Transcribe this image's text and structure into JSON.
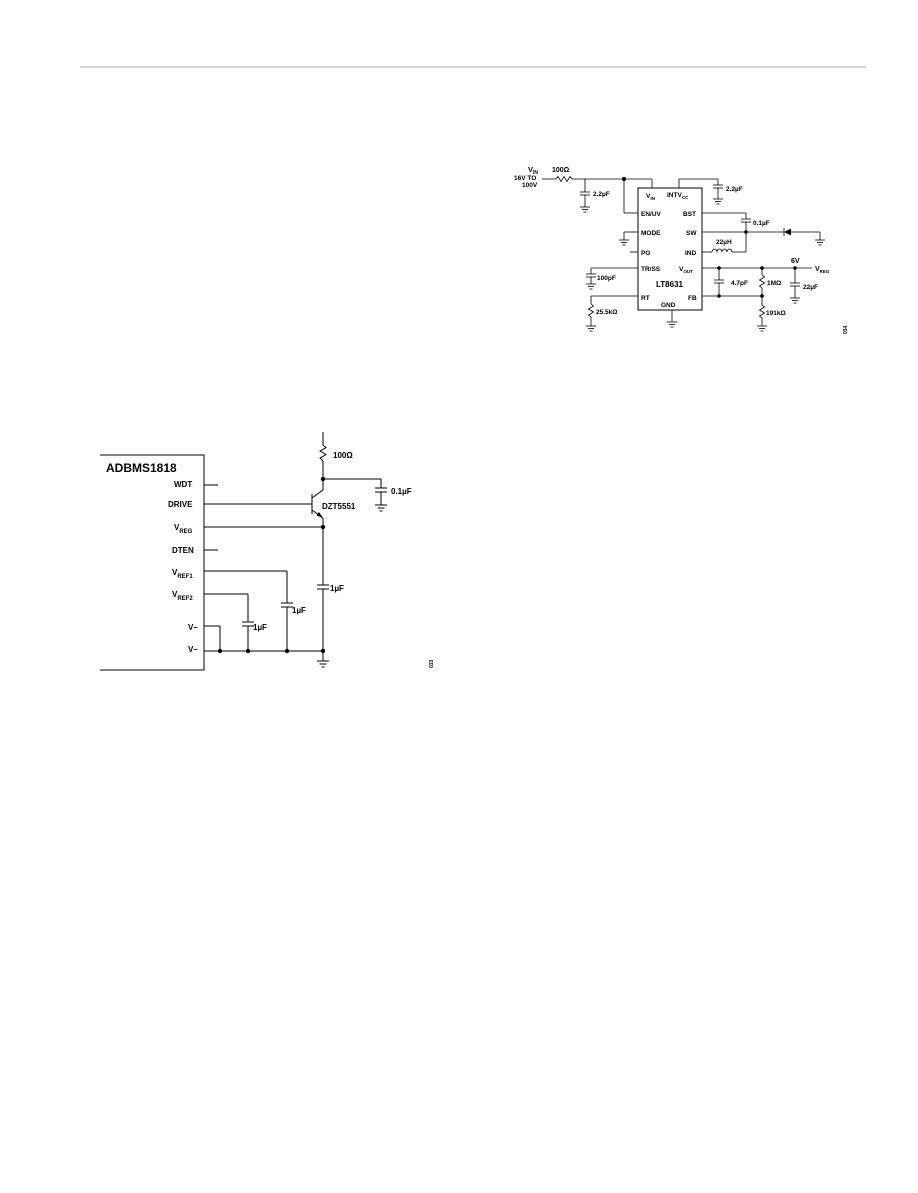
{
  "top_circuit": {
    "vin_main": "V",
    "vin_sub": "IN",
    "vin_range_1": "16V TO",
    "vin_range_2": "100V",
    "r_in": "100Ω",
    "c_in": "2.2µF",
    "c_intvcc": "2.2µF",
    "c_bst": "0.1µF",
    "inductor": "22µH",
    "c_trss": "100pF",
    "r_rt": "25.5kΩ",
    "c_vout": "4.7pF",
    "r_top": "1MΩ",
    "r_bot": "191kΩ",
    "c_out": "22µF",
    "vout_value": "6V",
    "vreg_main": "V",
    "vreg_sub": "REG",
    "ic": {
      "name": "LT8631",
      "pin_vin_main": "V",
      "pin_vin_sub": "IN",
      "pin_intvcc_main": "INTV",
      "pin_intvcc_sub": "CC",
      "pin_enuv": "EN/UV",
      "pin_bst": "BST",
      "pin_mode": "MODE",
      "pin_sw": "SW",
      "pin_pg": "PG",
      "pin_ind": "IND",
      "pin_trss": "TR/SS",
      "pin_vout_main": "V",
      "pin_vout_sub": "OUT",
      "pin_rt": "RT",
      "pin_fb": "FB",
      "pin_gnd": "GND"
    },
    "fig_id": "034"
  },
  "bottom_circuit": {
    "ic_name": "ADBMS1818",
    "pin_wdt": "WDT",
    "pin_drive": "DRIVE",
    "pin_vreg_main": "V",
    "pin_vreg_sub": "REG",
    "pin_dten": "DTEN",
    "pin_vref1_main": "V",
    "pin_vref1_sub": "REF1",
    "pin_vref2_main": "V",
    "pin_vref2_sub": "REF2",
    "pin_vminus_1": "V–",
    "pin_vminus_2": "V–",
    "r_top": "100Ω",
    "c_top": "0.1µF",
    "transistor": "DZT5551",
    "c_vreg": "1µF",
    "c_vref1": "1µF",
    "c_vref2": "1µF",
    "fig_id": "033"
  }
}
